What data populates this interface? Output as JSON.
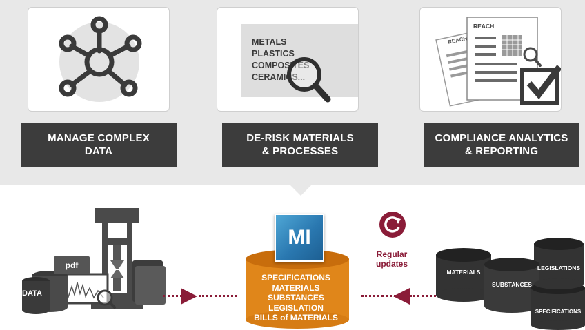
{
  "cards": [
    {
      "icon": "network-icon",
      "label_lines": [
        "MANAGE COMPLEX",
        "DATA"
      ]
    },
    {
      "icon": "magnifier-icon",
      "list": [
        "METALS",
        "PLASTICS",
        "COMPOSITES",
        "CERAMICS..."
      ],
      "label_lines": [
        "DE-RISK MATERIALS",
        "& PROCESSES"
      ]
    },
    {
      "icon": "document-check-icon",
      "doc_titles": [
        "REACH",
        "REACH"
      ],
      "label_lines": [
        "COMPLIANCE ANALYTICS",
        "& REPORTING"
      ]
    }
  ],
  "left_sources": {
    "pdf_label": "pdf",
    "data_label": "DATA"
  },
  "center": {
    "logo": "MI",
    "list": [
      "SPECIFICATIONS",
      "MATERIALS",
      "SUBSTANCES",
      "LEGISLATION",
      "BILLS of MATERIALS"
    ]
  },
  "updates": {
    "lines": [
      "Regular",
      "updates"
    ]
  },
  "right_sources": [
    "MATERIALS",
    "SUBSTANCES",
    "LEGISLATIONS",
    "SPECIFICATIONS"
  ],
  "colors": {
    "accent": "#8a1c38",
    "orange": "#e0861a",
    "dark": "#3c3c3c",
    "band": "#e8e8e8"
  }
}
